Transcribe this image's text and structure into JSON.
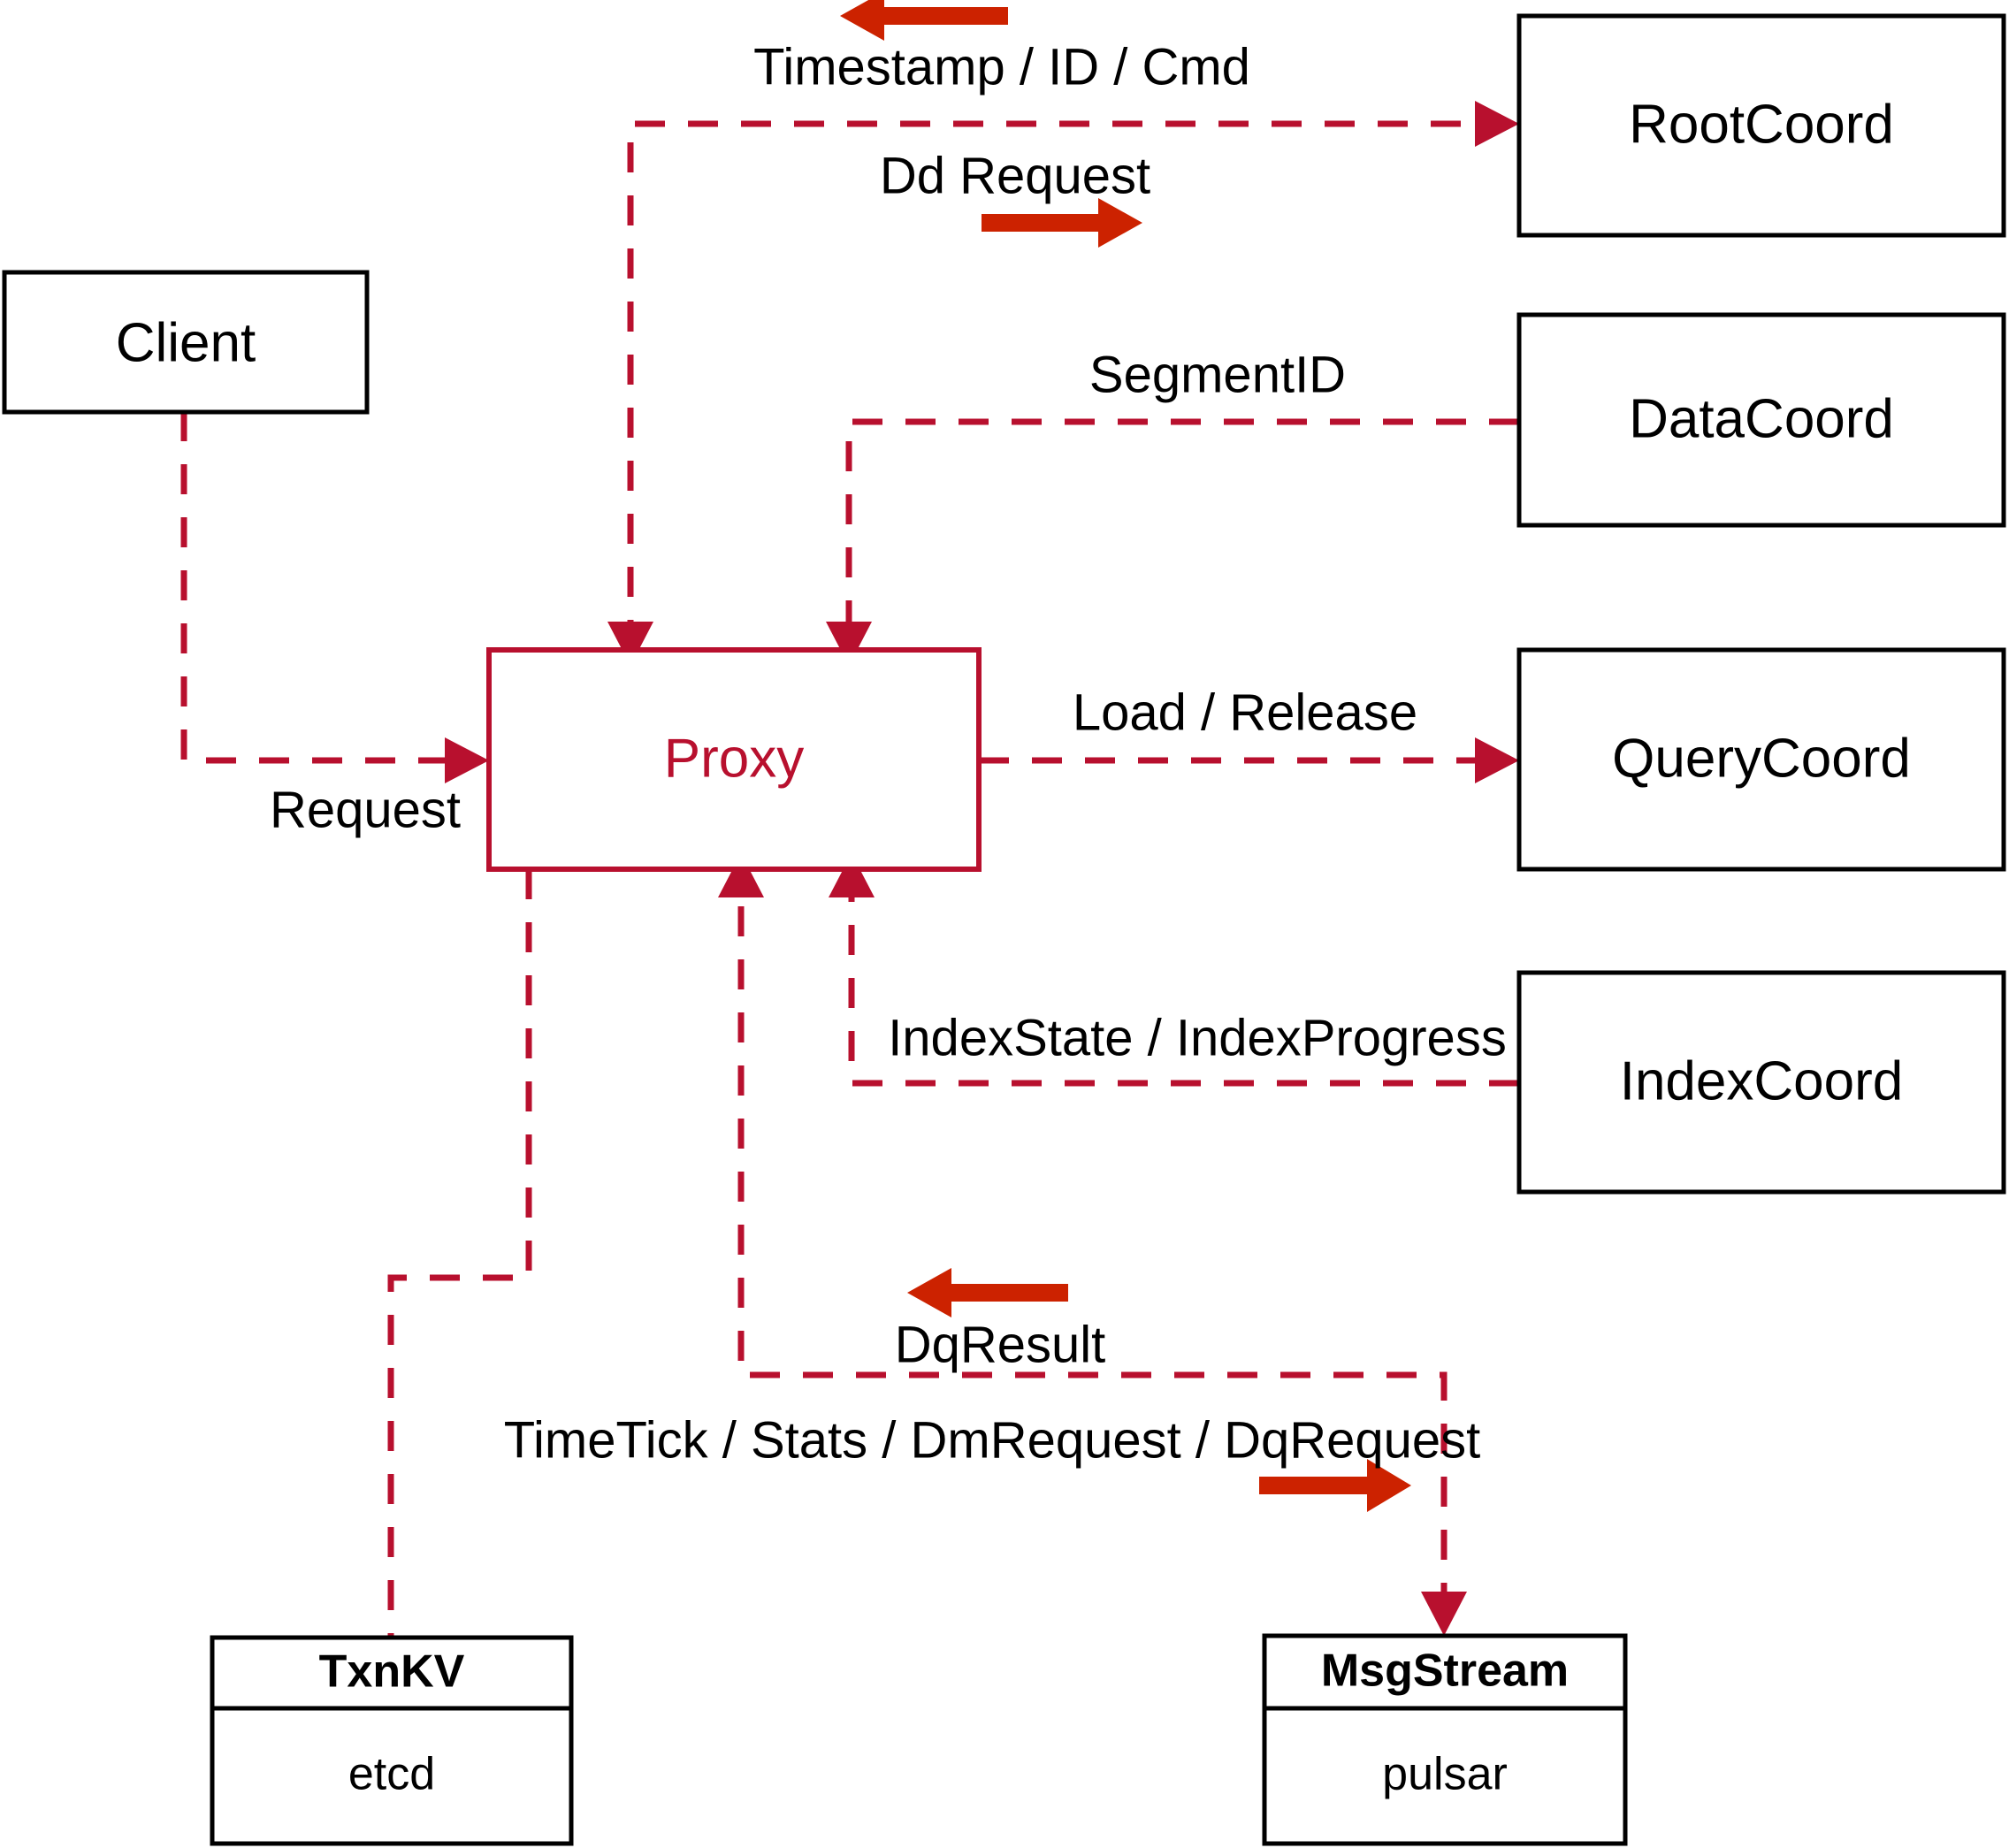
{
  "diagram": {
    "title": "Milvus Proxy interaction diagram",
    "colors": {
      "accent_red": "#B8102E",
      "arrow_red": "#CC2200",
      "node_stroke": "#000000",
      "background": "#FFFFFF"
    },
    "nodes": {
      "client": {
        "label": "Client"
      },
      "proxy": {
        "label": "Proxy"
      },
      "root_coord": {
        "label": "RootCoord"
      },
      "data_coord": {
        "label": "DataCoord"
      },
      "query_coord": {
        "label": "QueryCoord"
      },
      "index_coord": {
        "label": "IndexCoord"
      },
      "txnkv": {
        "label": "TxnKV",
        "impl": "etcd"
      },
      "msgstream": {
        "label": "MsgStream",
        "impl": "pulsar"
      }
    },
    "edges": {
      "timestamp_id_cmd": {
        "label": "Timestamp / ID / Cmd",
        "direction": "left"
      },
      "dd_request": {
        "label": "Dd Request",
        "direction": "right"
      },
      "segment_id": {
        "label": "SegmentID",
        "direction": "none"
      },
      "load_release": {
        "label": "Load / Release",
        "direction": "none"
      },
      "index_state": {
        "label": "IndexState / IndexProgress",
        "direction": "none"
      },
      "request": {
        "label": "Request",
        "direction": "none"
      },
      "dq_result": {
        "label": "DqResult",
        "direction": "left"
      },
      "timetick_stats": {
        "label": "TimeTick / Stats / DmRequest / DqRequest",
        "direction": "right"
      }
    }
  }
}
